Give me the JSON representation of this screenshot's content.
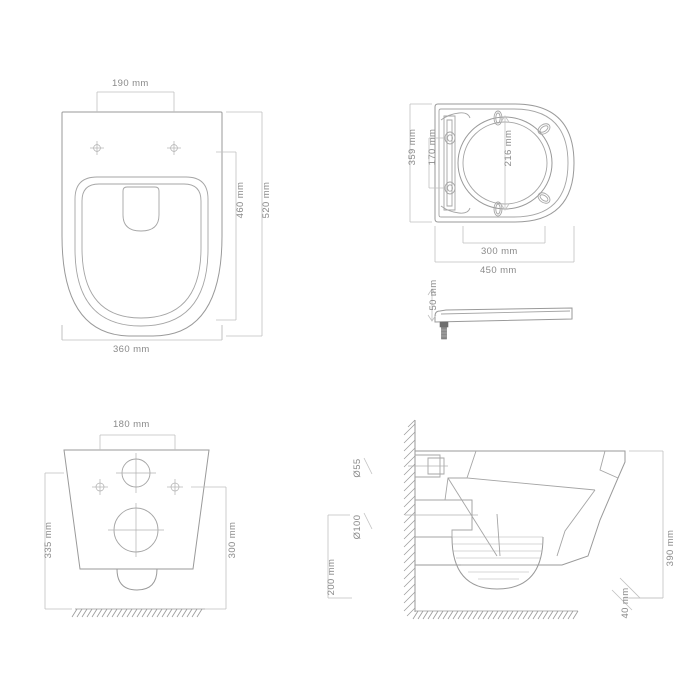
{
  "drawing": {
    "title": "Wall-hung toilet and seat dimensional drawing",
    "units": "mm",
    "line_color": "#9a9a9a",
    "thin_line_color": "#b8b8b8",
    "text_color": "#8a8a8a",
    "background": "#ffffff"
  },
  "views": {
    "top_left": {
      "name": "seat-top-view",
      "labels": {
        "width_inner": "190 mm",
        "height_inner": "460 mm",
        "height_outer": "520 mm",
        "width_outer": "360 mm"
      }
    },
    "top_right": {
      "name": "bowl-top-view",
      "labels": {
        "height_outer": "359 mm",
        "height_inner": "170 mm",
        "bowl_opening": "216 mm",
        "width_inner": "300 mm",
        "width_outer": "450 mm"
      }
    },
    "seat_profile": {
      "name": "seat-side-profile-view",
      "labels": {
        "thickness": "50 mm"
      }
    },
    "bottom_left": {
      "name": "toilet-front-view",
      "labels": {
        "width_top": "180 mm",
        "height_left": "335 mm",
        "height_right": "300 mm"
      }
    },
    "bottom_right": {
      "name": "toilet-side-section-view",
      "labels": {
        "outlet_small": "Ø55",
        "outlet_large": "Ø100",
        "height_from_floor": "200 mm",
        "projection": "390 mm",
        "clearance": "40 mm"
      }
    }
  }
}
